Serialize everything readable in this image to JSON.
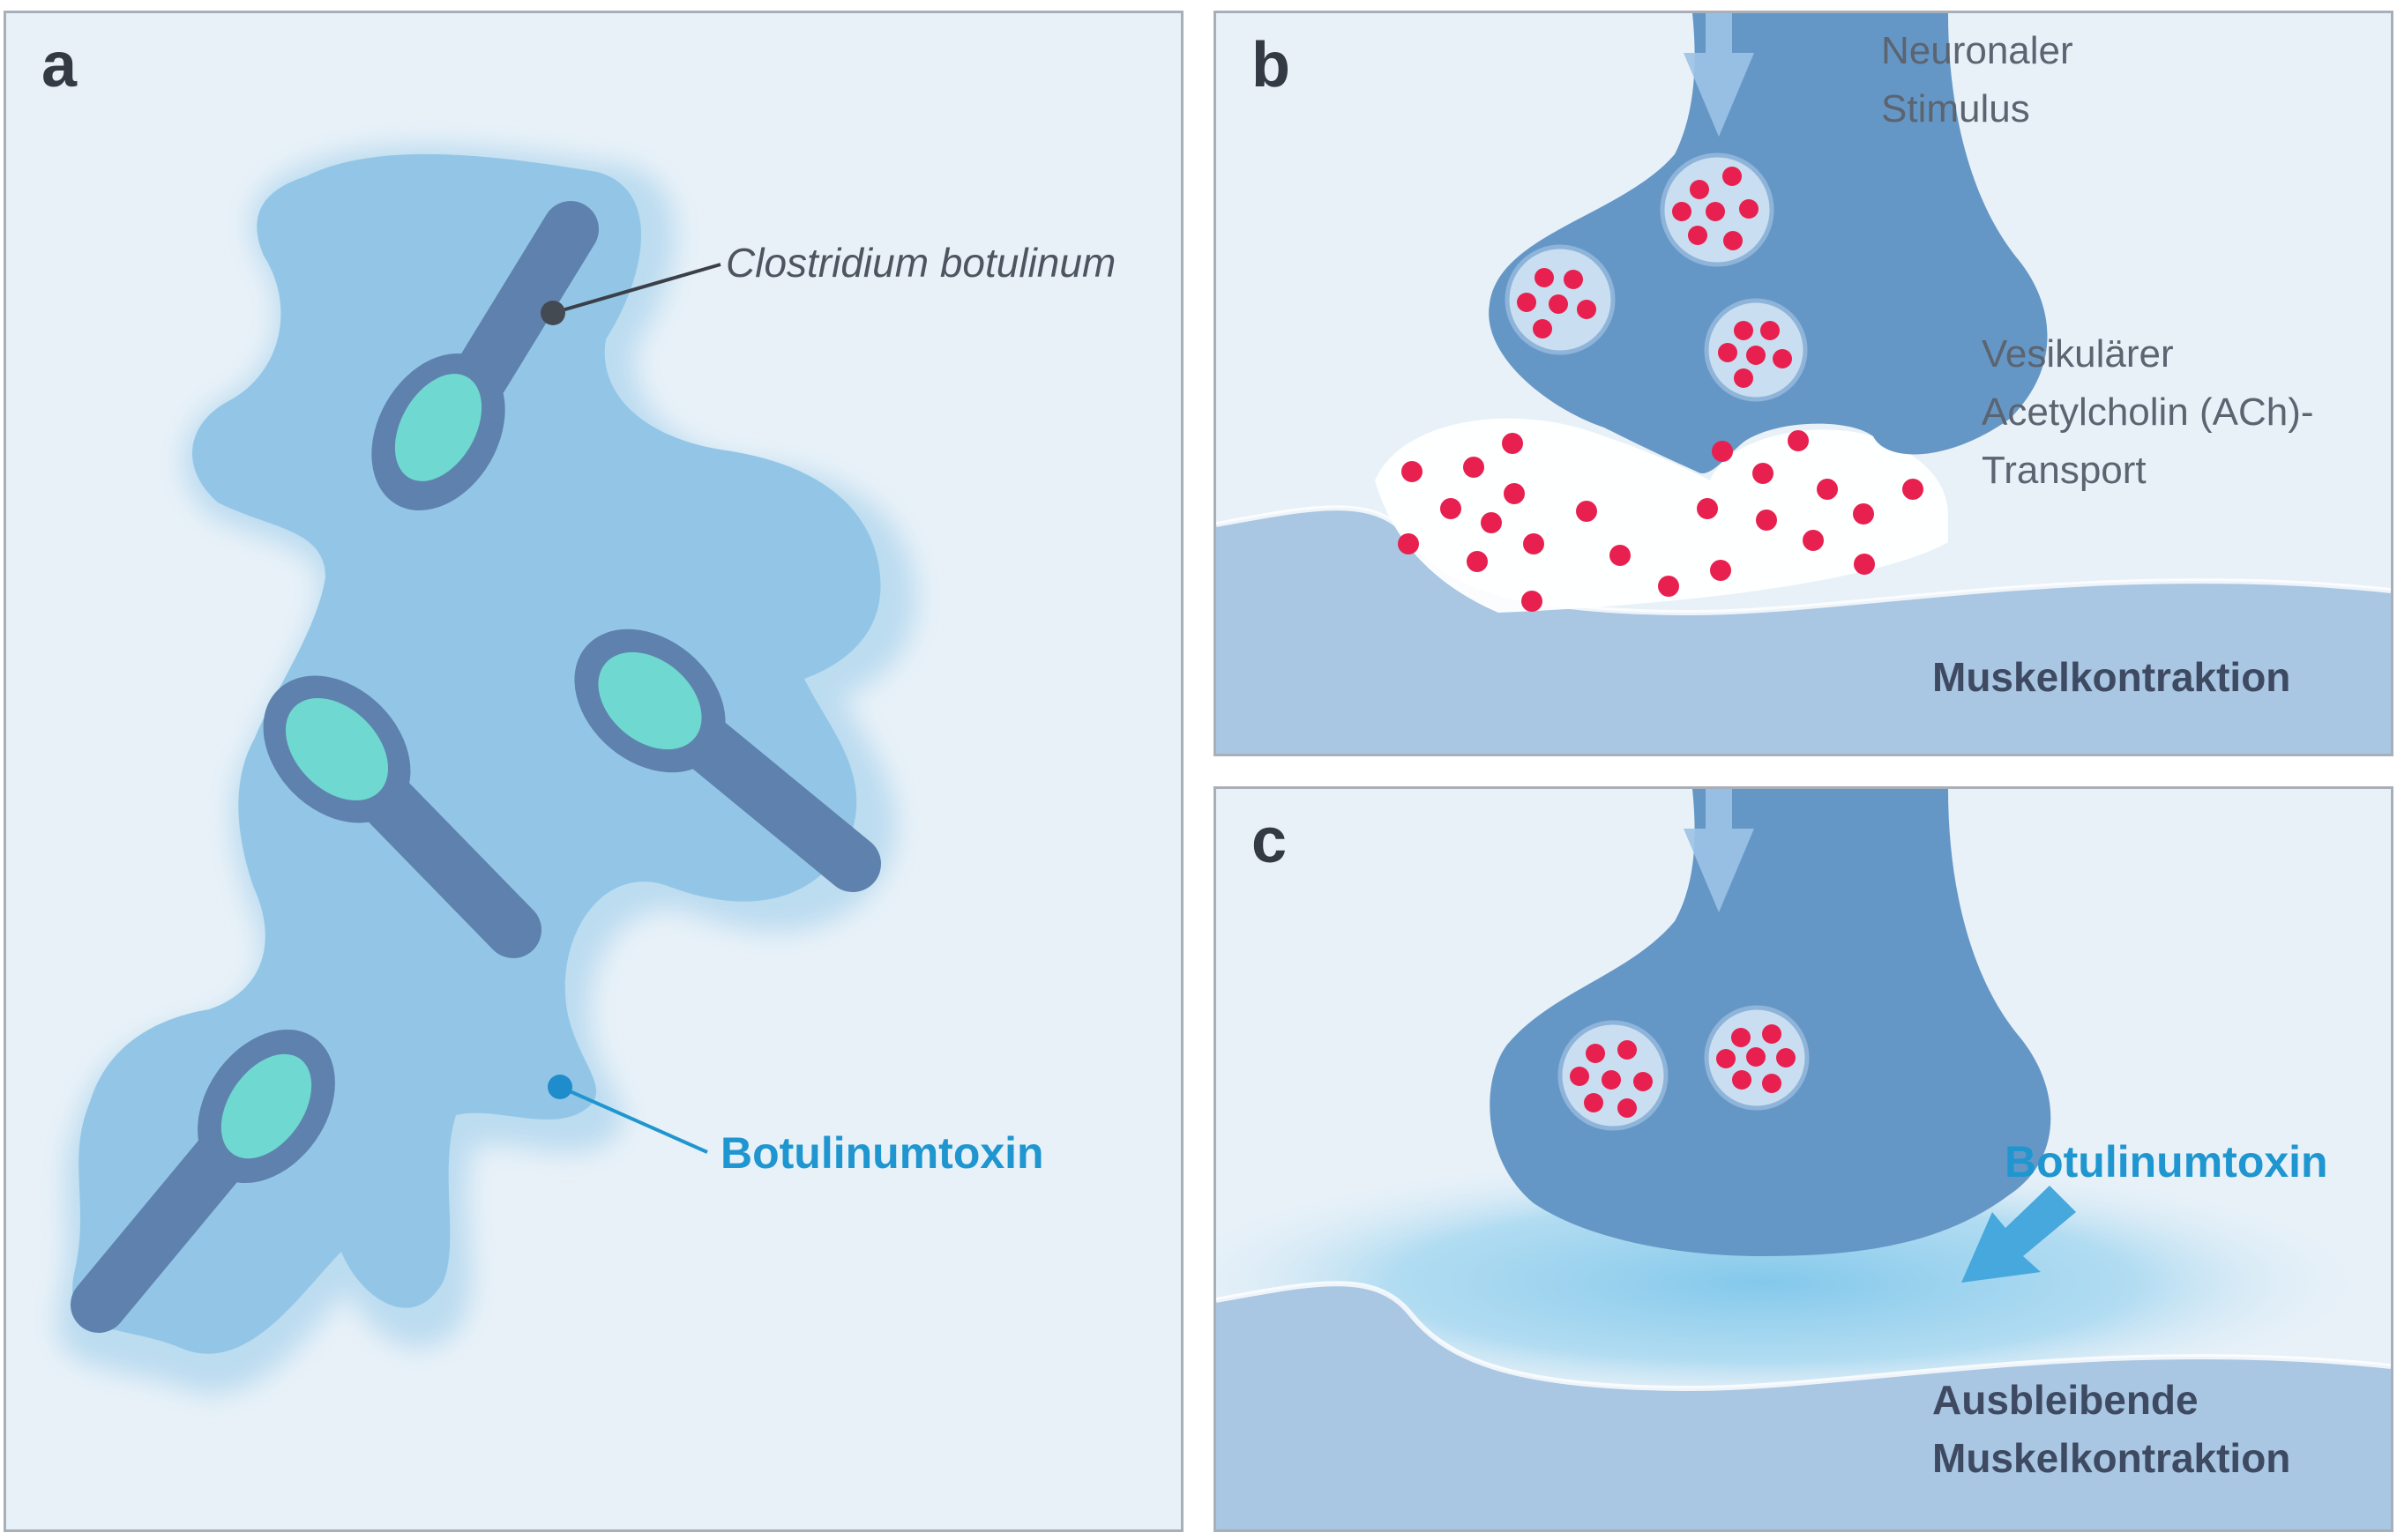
{
  "panel_a": {
    "letter": "a",
    "bacterium_label": "Clostridium botulinum",
    "toxin_label": "Botulinumtoxin"
  },
  "panel_b": {
    "letter": "b",
    "stimulus_line1": "Neuronaler",
    "stimulus_line2": "Stimulus",
    "transport_line1": "Vesikulärer",
    "transport_line2": "Acetylcholin (ACh)-",
    "transport_line3": "Transport",
    "result": "Muskelkontraktion"
  },
  "panel_c": {
    "letter": "c",
    "toxin_label": "Botulinumtoxin",
    "result_line1": "Ausbleibende",
    "result_line2": "Muskelkontraktion"
  },
  "colors": {
    "panel_background": "#e8f1f8",
    "toxin_cloud": "#93c6e6",
    "bacterium_body": "#5e82ad",
    "spore": "#6fd8d0",
    "nerve_terminal": "#6597c6",
    "muscle": "#a9c6e2",
    "acetylcholine": "#e8204f",
    "toxin_label": "#1f96cf"
  }
}
